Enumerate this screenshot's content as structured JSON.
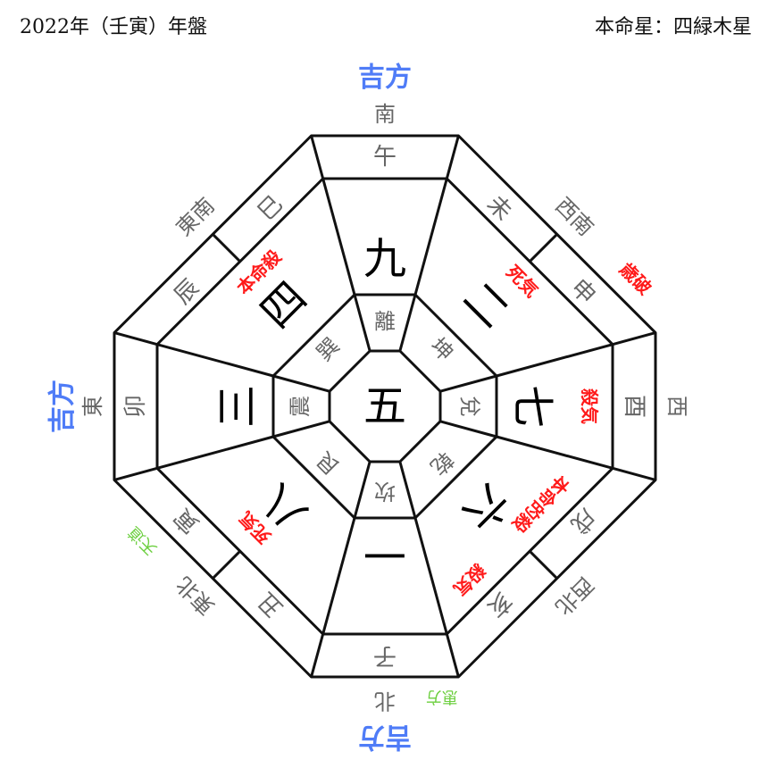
{
  "header": {
    "title": "2022年（壬寅）年盤",
    "honmeisei": "本命星：四緑木星"
  },
  "colors": {
    "lucky": "#4f7cf7",
    "warning": "#ff1a1a",
    "green": "#6ccf3f",
    "label": "#666666"
  },
  "center": {
    "number": "五"
  },
  "sectors": {
    "south": {
      "direction": "南",
      "zodiac": [
        "午"
      ],
      "trigram": "離",
      "number": "九"
    },
    "southwest": {
      "direction": "西南",
      "zodiac": [
        "未",
        "申"
      ],
      "trigram": "坤",
      "number": "二"
    },
    "west": {
      "direction": "西",
      "zodiac": [
        "酉"
      ],
      "trigram": "兌",
      "number": "七"
    },
    "northwest": {
      "direction": "西北",
      "zodiac": [
        "戌",
        "亥"
      ],
      "trigram": "乾",
      "number": "六"
    },
    "north": {
      "direction": "北",
      "zodiac": [
        "子"
      ],
      "trigram": "坎",
      "number": "一"
    },
    "northeast": {
      "direction": "東北",
      "zodiac": [
        "丑",
        "寅"
      ],
      "trigram": "艮",
      "number": "八"
    },
    "east": {
      "direction": "東",
      "zodiac": [
        "卯"
      ],
      "trigram": "震",
      "number": "三"
    },
    "southeast": {
      "direction": "東南",
      "zodiac": [
        "辰",
        "巳"
      ],
      "trigram": "巽",
      "number": "四"
    }
  },
  "annotations": {
    "lucky_south": "吉方",
    "lucky_east": "吉方",
    "lucky_north": "吉方",
    "shiki_sw": "死気",
    "saiha": "歳破",
    "sakki_w": "殺気",
    "honmeiteki_satsu": "本命的殺",
    "sakki_nw": "殺気",
    "shiki_ne": "死気",
    "honmei_satsu": "本命殺",
    "tendo": "天道",
    "eho": "恵方"
  }
}
